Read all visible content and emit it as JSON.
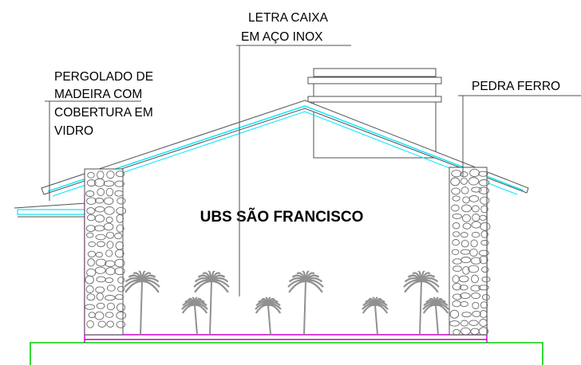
{
  "annotations": {
    "letter_box": [
      "LETRA CAIXA",
      "EM AÇO INOX"
    ],
    "pergola": [
      "PERGOLADO DE",
      "MADEIRA COM",
      "COBERTURA EM",
      "VIDRO"
    ],
    "stone": "PEDRA FERRO"
  },
  "facade_sign": "UBS SÃO FRANCISCO",
  "colors": {
    "outline": "#505050",
    "roof_accent": "#00e5ff",
    "wall_outline": "#cc00cc",
    "ground": "#00d000",
    "plants": "#909090",
    "stone": "#6a6a6a"
  },
  "plants_count": 8
}
